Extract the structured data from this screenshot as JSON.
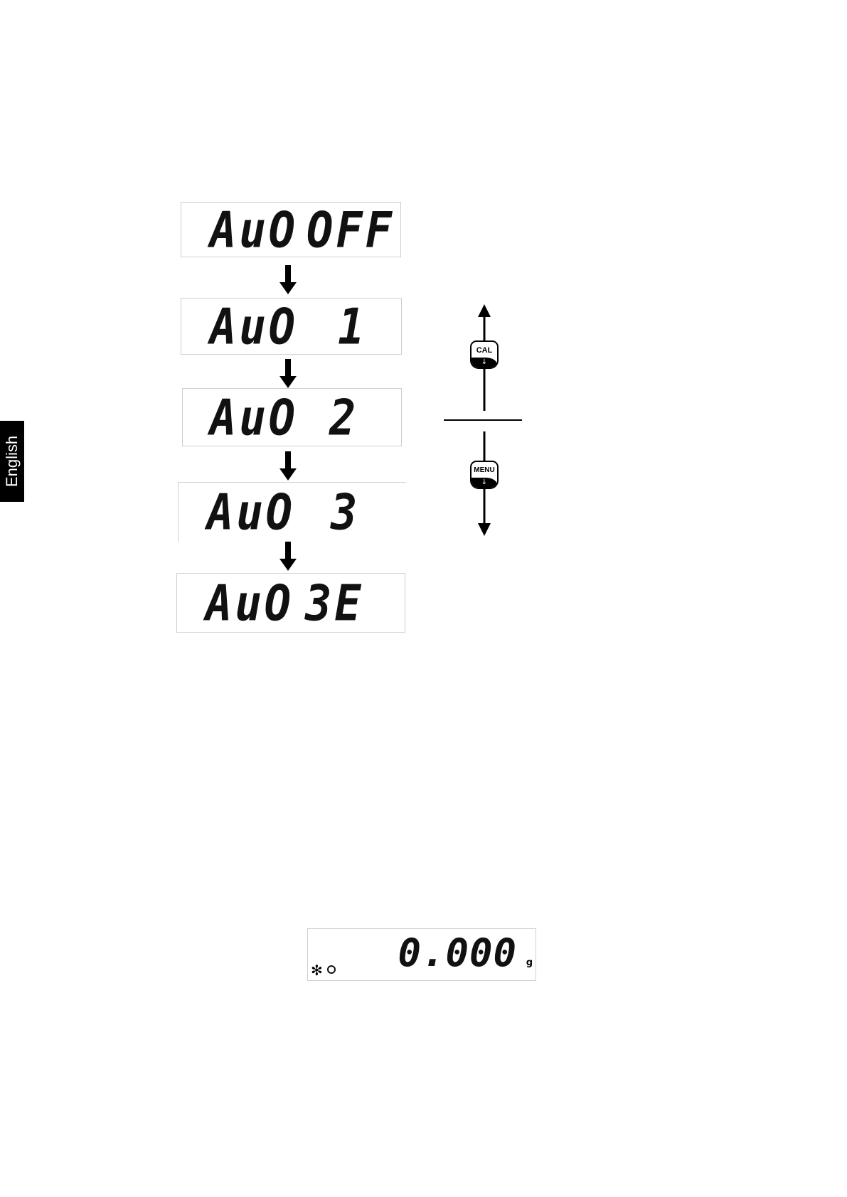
{
  "sidebar": {
    "language": "English"
  },
  "menu_displays": [
    {
      "left": "AuO",
      "right": "OFF"
    },
    {
      "left": "AuO",
      "right": "1"
    },
    {
      "left": "AuO",
      "right": "2"
    },
    {
      "left": "AuO",
      "right": "3"
    },
    {
      "left": "AuO",
      "right": "3E"
    }
  ],
  "keys": {
    "up": "CAL",
    "down": "MENU",
    "key_arrow": "↓"
  },
  "weight_display": {
    "value": "0.000",
    "unit": "g",
    "stability_symbol": "✻"
  },
  "icons": {
    "flow_arrow": "down-arrow-icon",
    "nav_up": "arrow-up-icon",
    "nav_down": "arrow-down-icon"
  }
}
